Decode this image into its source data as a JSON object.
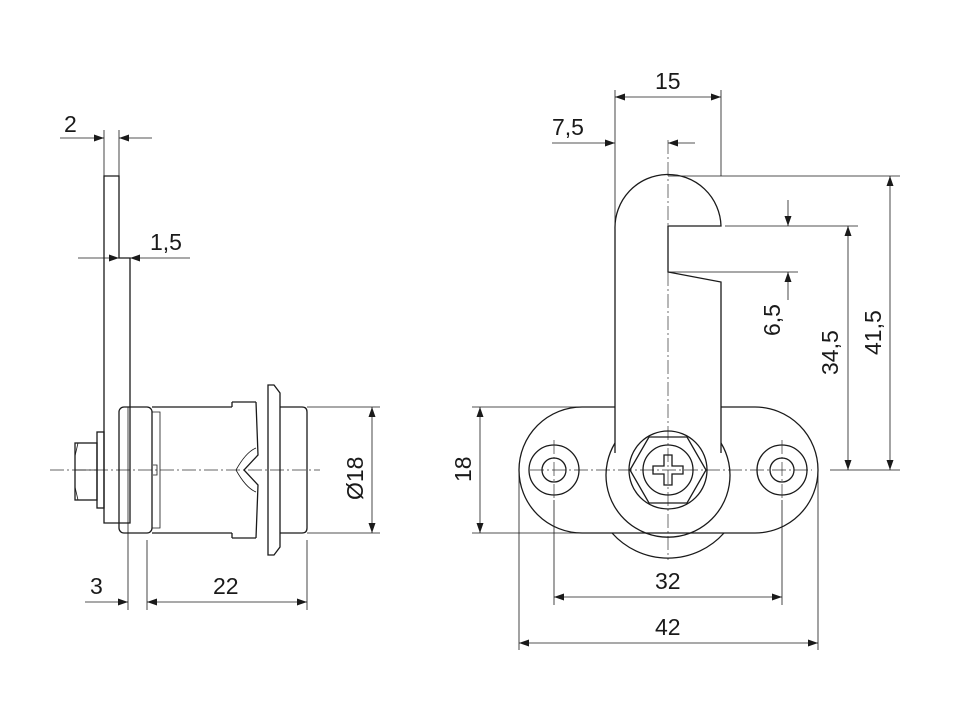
{
  "side_view": {
    "dimensions": {
      "plate_thickness": "2",
      "plate_offset": "1,5",
      "diameter": "Ø18",
      "front_length": "3",
      "body_length": "22"
    }
  },
  "front_view": {
    "dimensions": {
      "arm_width": "15",
      "arm_half_width": "7,5",
      "slot_height": "6,5",
      "slot_to_center": "34,5",
      "total_reach": "41,5",
      "flange_height": "18",
      "hole_spacing": "32",
      "flange_width": "42"
    }
  },
  "colors": {
    "line": "#1a1a1a",
    "background": "#ffffff"
  }
}
